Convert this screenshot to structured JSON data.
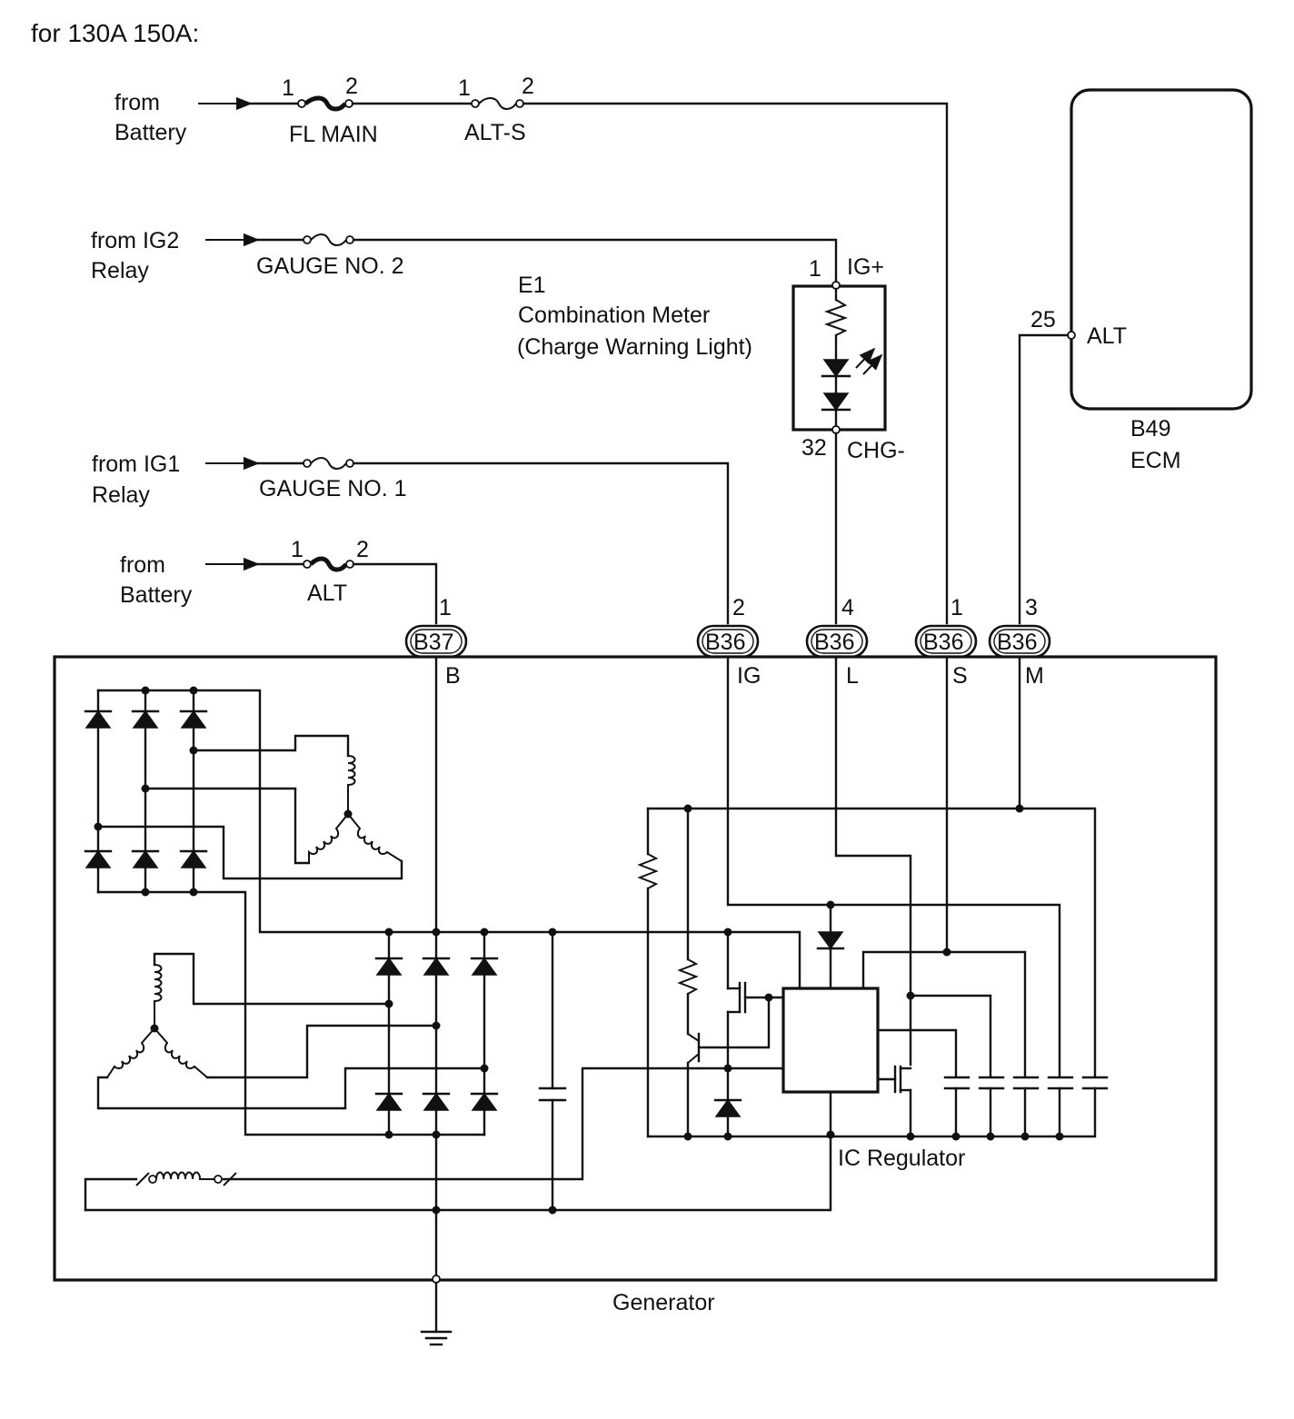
{
  "heading": "for 130A 150A:",
  "sources": {
    "battery_1": [
      "from",
      "Battery"
    ],
    "ig2": [
      "from IG2",
      "Relay"
    ],
    "ig1": [
      "from IG1",
      "Relay"
    ],
    "battery_2": [
      "from",
      "Battery"
    ]
  },
  "fuses": {
    "fl_main": {
      "label": "FL MAIN",
      "pin_a": "1",
      "pin_b": "2"
    },
    "alt_s": {
      "label": "ALT-S",
      "pin_a": "1",
      "pin_b": "2"
    },
    "gauge2": {
      "label": "GAUGE NO. 2"
    },
    "gauge1": {
      "label": "GAUGE NO. 1"
    },
    "alt": {
      "label": "ALT",
      "pin_a": "1",
      "pin_b": "2"
    }
  },
  "meter": {
    "code": "E1",
    "name": "Combination Meter",
    "sub": "(Charge Warning Light)",
    "pin_in": "1",
    "pin_in_name": "IG+",
    "pin_out": "32",
    "pin_out_name": "CHG-"
  },
  "ecm": {
    "code": "B49",
    "name": "ECM",
    "pin": "25",
    "pin_name": "ALT"
  },
  "connectors": [
    {
      "id": "B37",
      "pin": "1",
      "terminal": "B"
    },
    {
      "id": "B36",
      "pin": "2",
      "terminal": "IG"
    },
    {
      "id": "B36",
      "pin": "4",
      "terminal": "L"
    },
    {
      "id": "B36",
      "pin": "1",
      "terminal": "S"
    },
    {
      "id": "B36",
      "pin": "3",
      "terminal": "M"
    }
  ],
  "regulator_label": "IC Regulator",
  "generator_label": "Generator"
}
